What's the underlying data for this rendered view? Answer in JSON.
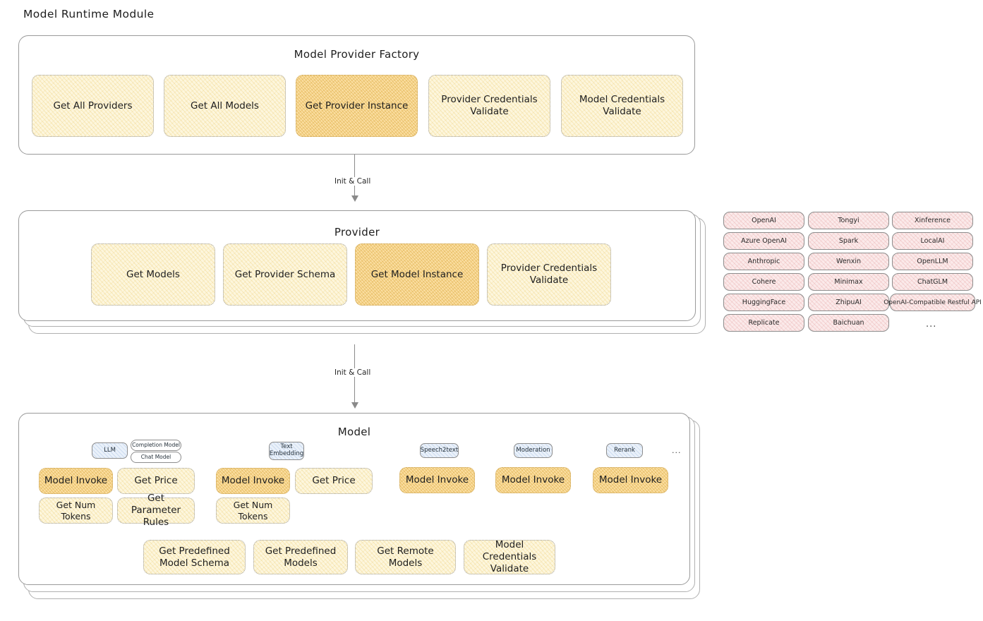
{
  "page": {
    "title": "Model Runtime Module"
  },
  "sections": {
    "factory": {
      "title": "Model Provider Factory",
      "nodes": [
        {
          "label": "Get All Providers",
          "highlight": false
        },
        {
          "label": "Get All Models",
          "highlight": false
        },
        {
          "label": "Get Provider Instance",
          "highlight": true
        },
        {
          "label": "Provider Credentials Validate",
          "highlight": false
        },
        {
          "label": "Model Credentials Validate",
          "highlight": false
        }
      ]
    },
    "provider": {
      "title": "Provider",
      "nodes": [
        {
          "label": "Get Models",
          "highlight": false
        },
        {
          "label": "Get Provider Schema",
          "highlight": false
        },
        {
          "label": "Get Model Instance",
          "highlight": true
        },
        {
          "label": "Provider Credentials Validate",
          "highlight": false
        }
      ]
    },
    "model": {
      "title": "Model",
      "type_groups": [
        {
          "chip": "LLM",
          "sub_chips": [
            "Completion Model",
            "Chat Model"
          ],
          "nodes": [
            {
              "label": "Model Invoke",
              "highlight": true
            },
            {
              "label": "Get Price",
              "highlight": false
            },
            {
              "label": "Get Num Tokens",
              "highlight": false
            },
            {
              "label": "Get Parameter Rules",
              "highlight": false
            }
          ]
        },
        {
          "chip": "Text Embedding",
          "sub_chips": [],
          "nodes": [
            {
              "label": "Model Invoke",
              "highlight": true
            },
            {
              "label": "Get Price",
              "highlight": false
            },
            {
              "label": "Get Num Tokens",
              "highlight": false
            }
          ]
        },
        {
          "chip": "Speech2text",
          "sub_chips": [],
          "nodes": [
            {
              "label": "Model Invoke",
              "highlight": true
            }
          ]
        },
        {
          "chip": "Moderation",
          "sub_chips": [],
          "nodes": [
            {
              "label": "Model Invoke",
              "highlight": true
            }
          ]
        },
        {
          "chip": "Rerank",
          "sub_chips": [],
          "nodes": [
            {
              "label": "Model Invoke",
              "highlight": true
            }
          ]
        }
      ],
      "more_indicator": "...",
      "shared_nodes": [
        {
          "label": "Get Predefined Model Schema"
        },
        {
          "label": "Get Predefined Models"
        },
        {
          "label": "Get Remote Models"
        },
        {
          "label": "Model Credentials Validate"
        }
      ]
    }
  },
  "arrows": [
    {
      "label": "Init & Call"
    },
    {
      "label": "Init & Call"
    }
  ],
  "provider_list": {
    "columns": [
      {
        "items": [
          "OpenAI",
          "Azure OpenAI",
          "Anthropic",
          "Cohere",
          "HuggingFace",
          "Replicate"
        ]
      },
      {
        "items": [
          "Tongyi",
          "Spark",
          "Wenxin",
          "Minimax",
          "ZhipuAI",
          "Baichuan"
        ]
      },
      {
        "items": [
          "Xinference",
          "LocalAI",
          "OpenLLM",
          "ChatGLM",
          "OpenAI-Compatible Restful API"
        ]
      }
    ],
    "more_indicator": "..."
  },
  "colors": {
    "node_light": "#fdf6dd",
    "node_highlight": "#fbdfa2",
    "provider_pill": "#fbeaea",
    "chip_blue": "#eaf1fa",
    "stroke": "#9a9a9a"
  }
}
